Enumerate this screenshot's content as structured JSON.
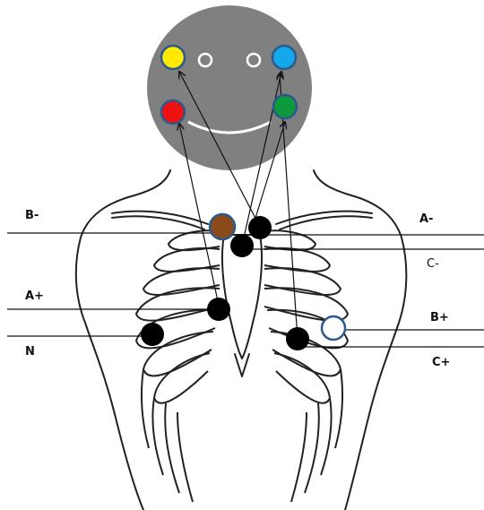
{
  "labels": {
    "b_minus": "B-",
    "a_minus": "A-",
    "c_minus": "C-",
    "a_plus": "A+",
    "b_plus": "B+",
    "n": "N",
    "c_plus": "C+"
  },
  "colors": {
    "face": "#808080",
    "yellow": "#ffea00",
    "blue": "#14a8ea",
    "red": "#ee1111",
    "green": "#0e9a3a",
    "brown": "#8b4a1a",
    "black": "#000000",
    "electrode_outline": "#2c5a8c"
  }
}
